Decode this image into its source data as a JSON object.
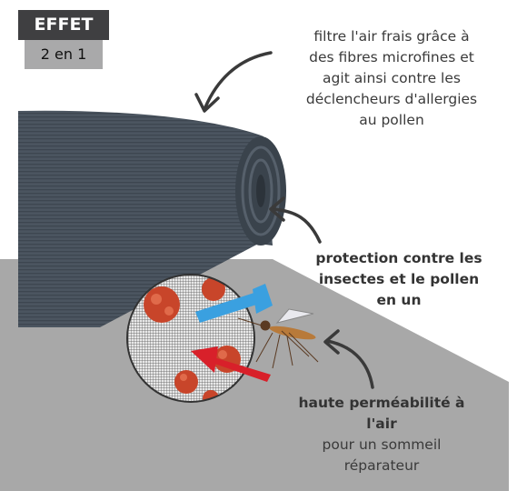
{
  "badge": {
    "title": "EFFET",
    "subtitle": "2 en 1"
  },
  "callouts": [
    {
      "lines": [
        "filtre l'air frais grâce à",
        "des fibres microfines et",
        "agit ainsi contre les",
        "déclencheurs d'allergies",
        "au pollen"
      ]
    },
    {
      "lines": [
        "protection contre les",
        "insectes et le pollen",
        "en un"
      ]
    },
    {
      "bold_lines": [
        "haute perméabilité à",
        "l'air"
      ],
      "lines": [
        "pour un sommeil",
        "réparateur"
      ]
    }
  ],
  "colors": {
    "badge_dark": "#3f3f41",
    "badge_light": "#a9a9aa",
    "mesh": "#4a5560",
    "floor": "#a8a8a8",
    "arrow_red": "#d8202a",
    "arrow_blue": "#3aa0e0"
  }
}
